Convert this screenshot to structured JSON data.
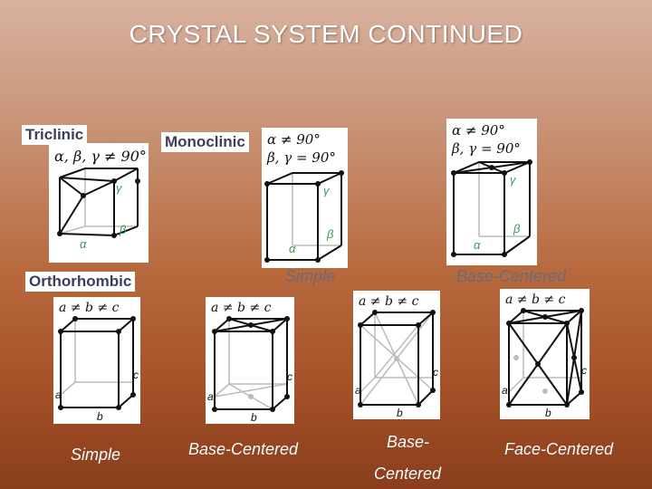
{
  "title": "CRYSTAL SYSTEM CONTINUED",
  "labels": {
    "triclinic": "Triclinic",
    "monoclinic": "Monoclinic",
    "orthorhombic": "Orthorhombic",
    "mono_simple": "Simple",
    "mono_base_centered": "Base-Centered"
  },
  "triclinic_panel": {
    "condition": "α, β, γ ≠ 90°",
    "gamma": "γ",
    "beta": "β",
    "alpha": "α"
  },
  "mono_simple_panel": {
    "condition_1": "α ≠ 90°",
    "condition_2": "β, γ = 90°",
    "gamma": "γ",
    "beta": "β",
    "alpha": "α"
  },
  "mono_base_panel": {
    "condition_1": "α ≠ 90°",
    "condition_2": "β, γ = 90°",
    "gamma": "γ",
    "beta": "β",
    "alpha": "α"
  },
  "ortho_panels": [
    {
      "condition": "a ≠ b ≠ c",
      "a": "a",
      "b": "b",
      "c": "c"
    },
    {
      "condition": "a ≠ b ≠ c",
      "a": "a",
      "b": "b",
      "c": "c"
    },
    {
      "condition": "a ≠ b ≠ c",
      "a": "a",
      "b": "b",
      "c": "c"
    },
    {
      "condition": "a ≠ b ≠ c",
      "a": "a",
      "b": "b",
      "c": "c"
    }
  ],
  "captions": {
    "simple": "Simple",
    "base_centered": "Base-Centered",
    "body_centered_1": "Base-",
    "body_centered_2": "Centered",
    "face_centered": "Face-Centered"
  }
}
